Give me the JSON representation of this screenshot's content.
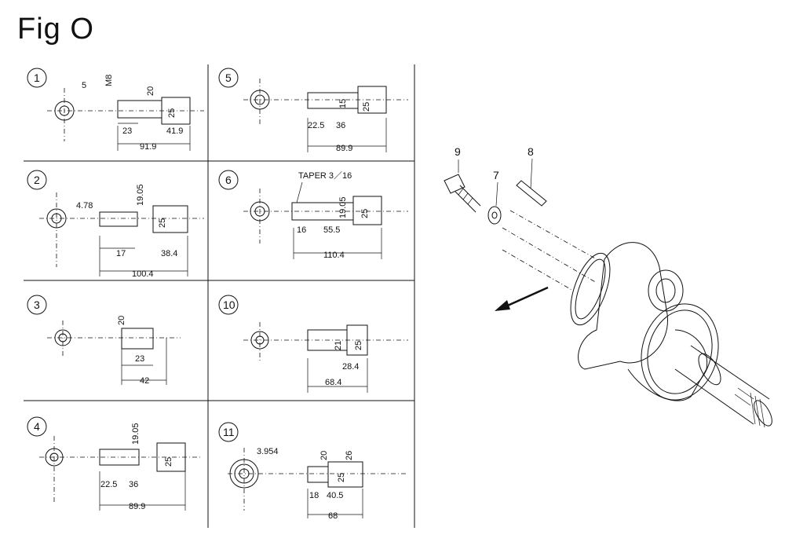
{
  "title": "Fig O",
  "panels": [
    {
      "id": "1",
      "labels": [
        "5",
        "M8",
        "20",
        "23",
        "25",
        "41.9",
        "91.9"
      ]
    },
    {
      "id": "5",
      "labels": [
        "15",
        "25",
        "22.5",
        "36",
        "89.9"
      ]
    },
    {
      "id": "2",
      "labels": [
        "4.78",
        "19.05",
        "25",
        "17",
        "38.4",
        "100.4"
      ]
    },
    {
      "id": "6",
      "labels": [
        "TAPER 3／16",
        "19.05",
        "25",
        "16",
        "55.5",
        "110.4"
      ]
    },
    {
      "id": "3",
      "labels": [
        "20",
        "23",
        "42"
      ]
    },
    {
      "id": "10",
      "labels": [
        "21",
        "25",
        "28.4",
        "68.4"
      ]
    },
    {
      "id": "4",
      "labels": [
        "19.05",
        "25",
        "22.5",
        "36",
        "89.9"
      ]
    },
    {
      "id": "11",
      "labels": [
        "3.954",
        "20",
        "26",
        "25",
        "18",
        "40.5",
        "68"
      ]
    }
  ],
  "callouts": {
    "bolt": "9",
    "washer": "7",
    "key": "8"
  }
}
